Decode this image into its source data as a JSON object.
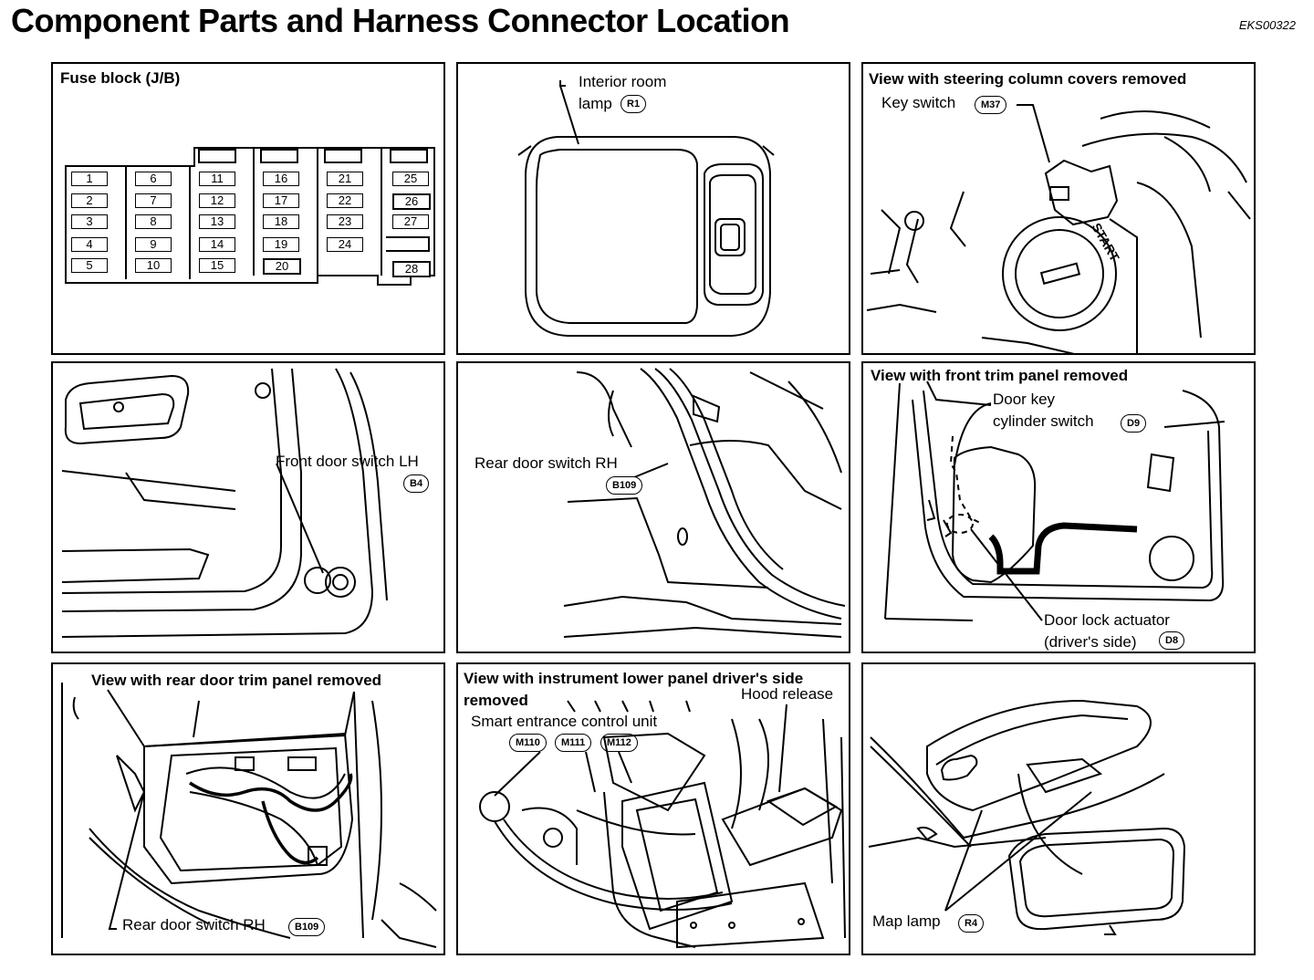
{
  "header": {
    "title": "Component Parts and Harness Connector Location",
    "code": "EKS00322"
  },
  "panels": {
    "fuse_block": {
      "label": "Fuse block (J/B)",
      "fuses": [
        "1",
        "2",
        "3",
        "4",
        "5",
        "6",
        "7",
        "8",
        "9",
        "10",
        "11",
        "12",
        "13",
        "14",
        "15",
        "16",
        "17",
        "18",
        "19",
        "20",
        "21",
        "22",
        "23",
        "24",
        "25",
        "26",
        "27",
        "28"
      ]
    },
    "interior_lamp": {
      "label_line1": "Interior room",
      "label_line2": "lamp",
      "connector": "R1"
    },
    "key_switch": {
      "title": "View with steering column covers removed",
      "label": "Key switch",
      "connector": "M37",
      "start_text": "START"
    },
    "front_door_switch": {
      "label": "Front door switch LH",
      "connector": "B4"
    },
    "rear_door_switch_top": {
      "label": "Rear door switch RH",
      "connector": "B109"
    },
    "front_trim": {
      "title": "View with front trim panel removed",
      "key_label_line1": "Door key",
      "key_label_line2": "cylinder switch",
      "key_connector": "D9",
      "actuator_line1": "Door lock actuator",
      "actuator_line2": "(driver's side)",
      "actuator_connector": "D8"
    },
    "rear_trim": {
      "title": "View with rear door trim panel removed",
      "label": "Rear door switch RH",
      "connector": "B109"
    },
    "instrument_panel": {
      "title_line1": "View with instrument lower panel driver's side",
      "title_line2": "removed",
      "hood_label": "Hood release",
      "unit_label": "Smart entrance control unit",
      "connectors": [
        "M110",
        "M111",
        "M112"
      ]
    },
    "map_lamp": {
      "label": "Map lamp",
      "connector": "R4"
    }
  }
}
